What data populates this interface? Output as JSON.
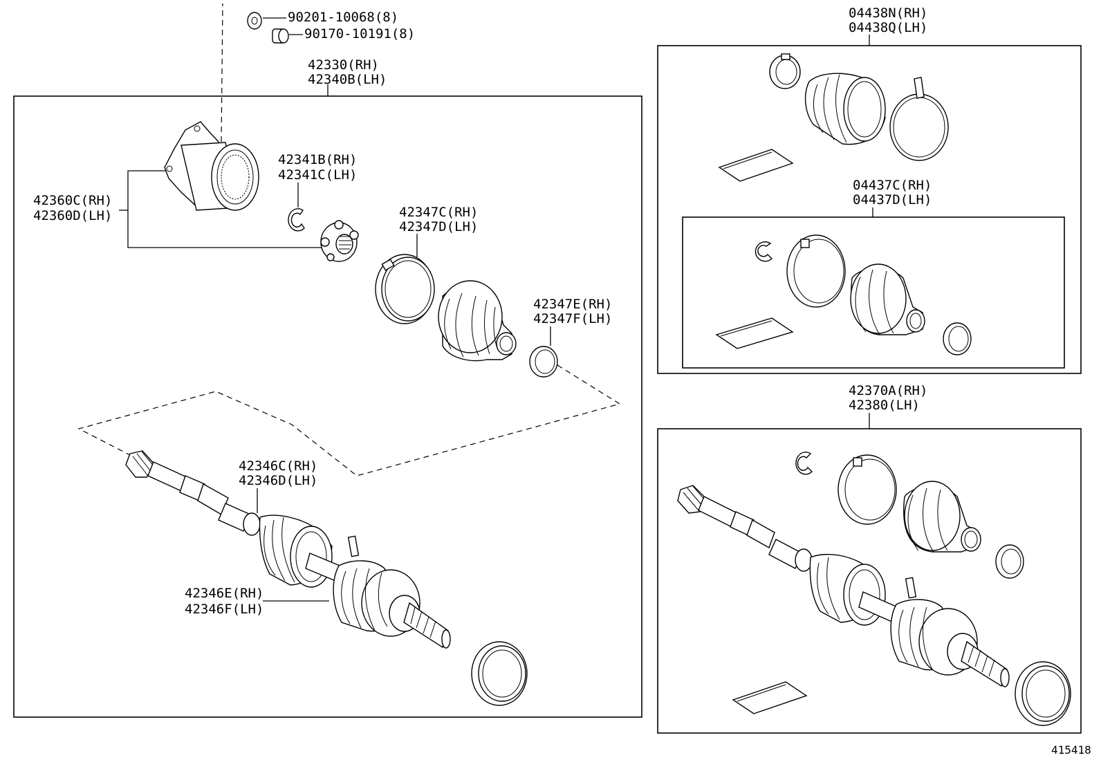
{
  "labels": {
    "nut_a": "90201-10068(8)",
    "nut_b": "90170-10191(8)",
    "shaft_assy_rh": "42330(RH)",
    "shaft_assy_lh": "42340B(LH)",
    "ring_rh": "42341B(RH)",
    "ring_lh": "42341C(LH)",
    "housing_rh": "42360C(RH)",
    "housing_lh": "42360D(LH)",
    "boot_clamp_rh": "42347C(RH)",
    "boot_clamp_lh": "42347D(LH)",
    "small_clamp_rh": "42347E(RH)",
    "small_clamp_lh": "42347F(LH)",
    "shaft_rh": "42346C(RH)",
    "shaft_lh": "42346D(LH)",
    "outer_joint_rh": "42346E(RH)",
    "outer_joint_lh": "42346F(LH)",
    "boot_kit_outer_rh": "04438N(RH)",
    "boot_kit_outer_lh": "04438Q(LH)",
    "boot_kit_inner_rh": "04437C(RH)",
    "boot_kit_inner_lh": "04437D(LH)",
    "shaft_kit_rh": "42370A(RH)",
    "shaft_kit_lh": "42380(LH)",
    "figure_number": "415418"
  }
}
